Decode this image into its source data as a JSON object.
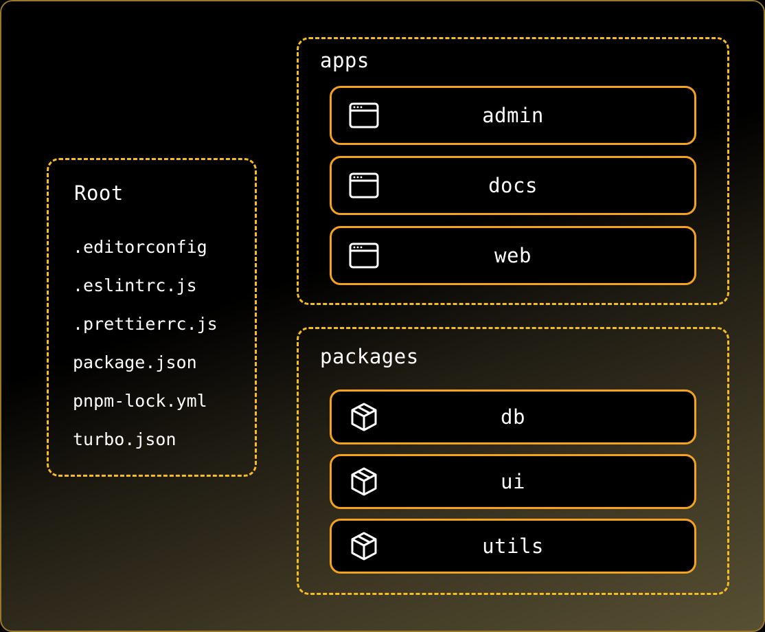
{
  "root": {
    "title": "Root",
    "files": [
      ".editorconfig",
      ".eslintrc.js",
      ".prettierrc.js",
      "package.json",
      "pnpm-lock.yml",
      "turbo.json"
    ]
  },
  "apps": {
    "title": "apps",
    "items": [
      {
        "label": "admin",
        "icon": "browser-window-icon"
      },
      {
        "label": "docs",
        "icon": "browser-window-icon"
      },
      {
        "label": "web",
        "icon": "browser-window-icon"
      }
    ]
  },
  "packages": {
    "title": "packages",
    "items": [
      {
        "label": "db",
        "icon": "package-box-icon"
      },
      {
        "label": "ui",
        "icon": "package-box-icon"
      },
      {
        "label": "utils",
        "icon": "package-box-icon"
      }
    ]
  },
  "colors": {
    "accent_dashed": "#f5bd1e",
    "card_border": "#f5a31e",
    "background": "#000000",
    "text": "#ffffff"
  }
}
